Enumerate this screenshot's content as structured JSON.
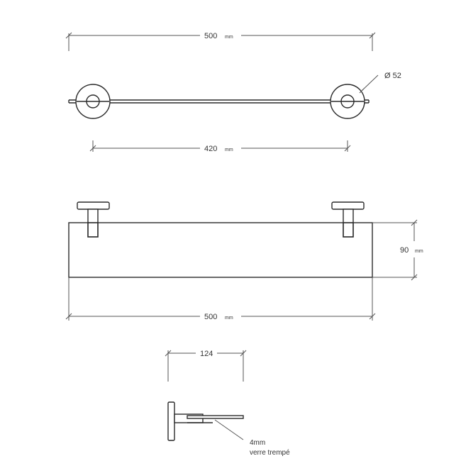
{
  "top_view": {
    "width_value": "500",
    "width_unit": "mm",
    "diameter_label": "Ø 52",
    "spacing_value": "420",
    "spacing_unit": "mm"
  },
  "front_view": {
    "height_value": "90",
    "height_unit": "mm",
    "width_value": "500",
    "width_unit": "mm"
  },
  "side_view": {
    "depth_value": "124",
    "note_line1": "4mm",
    "note_line2": "verre trempé"
  }
}
